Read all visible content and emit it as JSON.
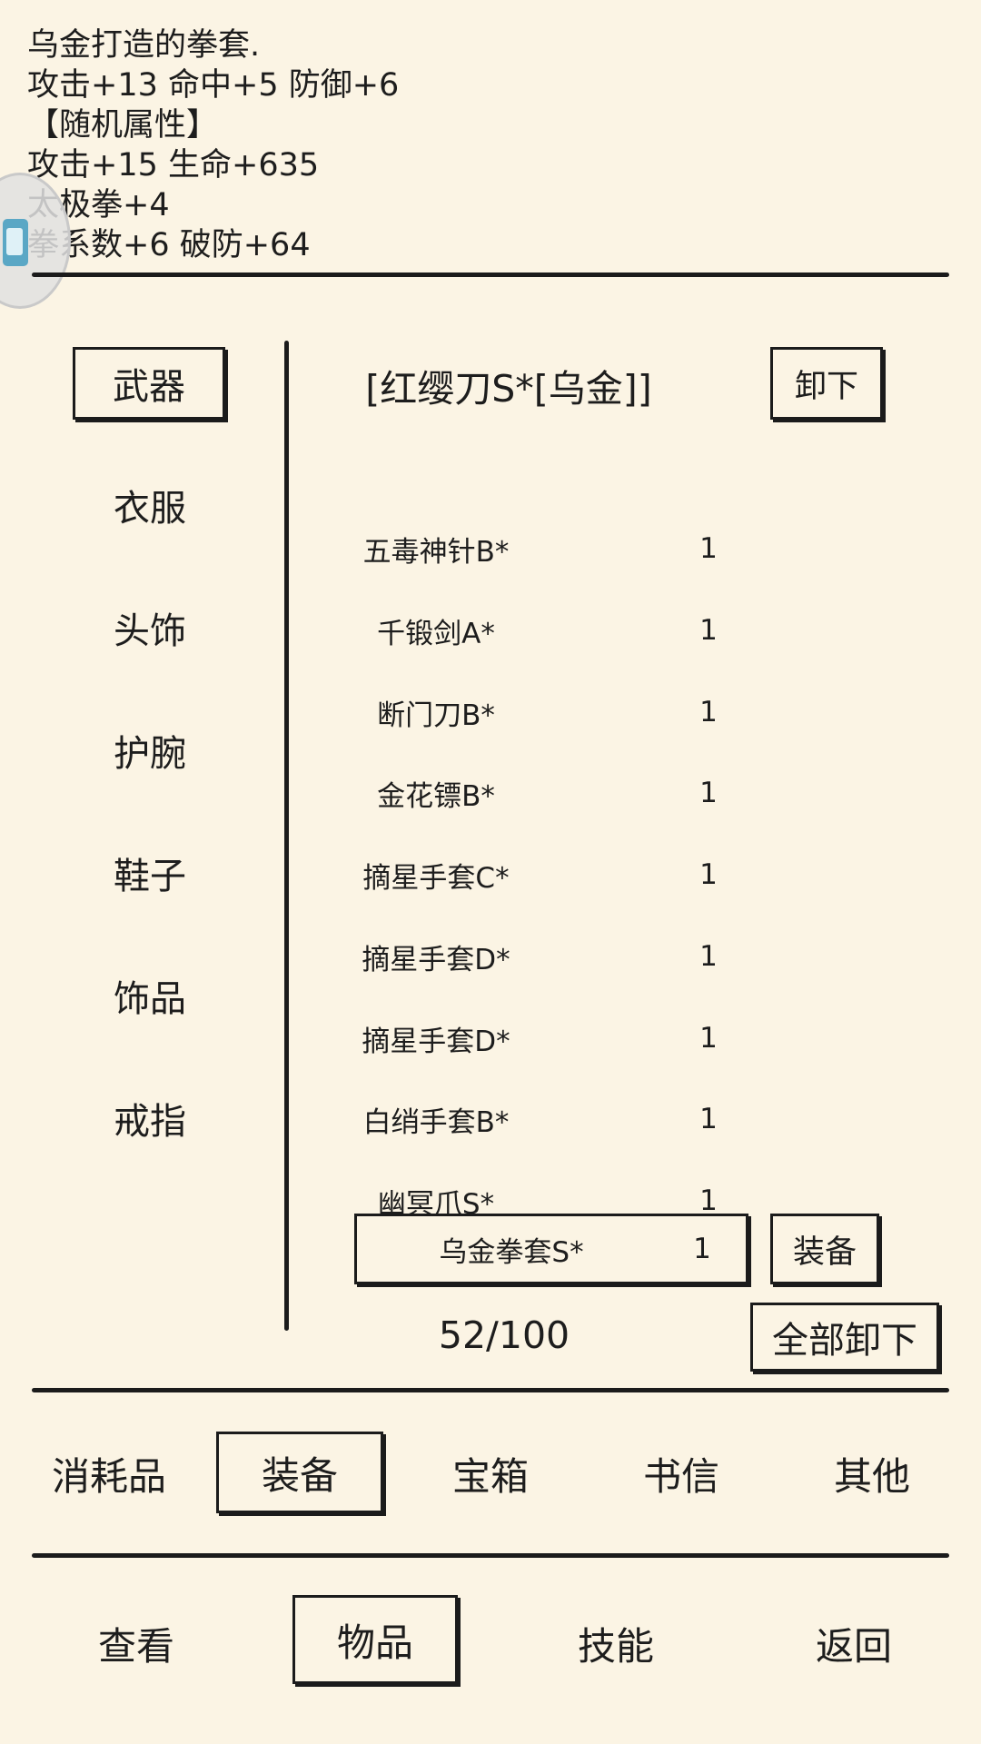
{
  "description": {
    "lines": [
      "乌金打造的拳套.",
      "攻击+13 命中+5 防御+6",
      "【随机属性】",
      "攻击+15 生命+635",
      "太极拳+4",
      "拳系数+6 破防+64"
    ]
  },
  "equipped": {
    "name": "[红缨刀S*[乌金]]",
    "unequip_label": "卸下"
  },
  "categories": [
    {
      "label": "武器",
      "selected": true
    },
    {
      "label": "衣服"
    },
    {
      "label": "头饰"
    },
    {
      "label": "护腕"
    },
    {
      "label": "鞋子"
    },
    {
      "label": "饰品"
    },
    {
      "label": "戒指"
    }
  ],
  "items": [
    {
      "name": "五毒神针B*",
      "qty": "1"
    },
    {
      "name": "千锻剑A*",
      "qty": "1"
    },
    {
      "name": "断门刀B*",
      "qty": "1"
    },
    {
      "name": "金花镖B*",
      "qty": "1"
    },
    {
      "name": "摘星手套C*",
      "qty": "1"
    },
    {
      "name": "摘星手套D*",
      "qty": "1"
    },
    {
      "name": "摘星手套D*",
      "qty": "1"
    },
    {
      "name": "白绡手套B*",
      "qty": "1"
    },
    {
      "name": "幽冥爪S*",
      "qty": "1"
    },
    {
      "name": "乌金拳套S*",
      "qty": "1",
      "selected": true
    }
  ],
  "equip_label": "装备",
  "capacity": "52/100",
  "unequip_all_label": "全部卸下",
  "item_tabs": [
    {
      "label": "消耗品"
    },
    {
      "label": "装备",
      "selected": true
    },
    {
      "label": "宝箱"
    },
    {
      "label": "书信"
    },
    {
      "label": "其他"
    }
  ],
  "bottom_nav": [
    {
      "label": "查看"
    },
    {
      "label": "物品",
      "selected": true
    },
    {
      "label": "技能"
    },
    {
      "label": "返回"
    }
  ]
}
